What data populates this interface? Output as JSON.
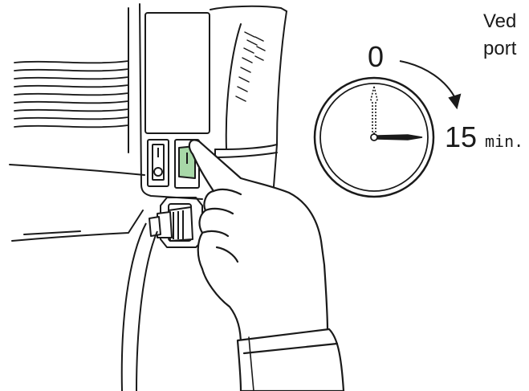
{
  "caption": {
    "line1": "Ved",
    "line2": "port"
  },
  "clock": {
    "start_label": "0",
    "end_number": "15",
    "end_unit": "min."
  },
  "switch": {
    "state": "on",
    "highlight_color": "#a8d8a8"
  },
  "colors": {
    "ink": "#1a1a1a",
    "background": "#ffffff"
  },
  "icons": [
    "printer-rear-panel",
    "power-switch",
    "power-cord",
    "hand",
    "clock"
  ]
}
